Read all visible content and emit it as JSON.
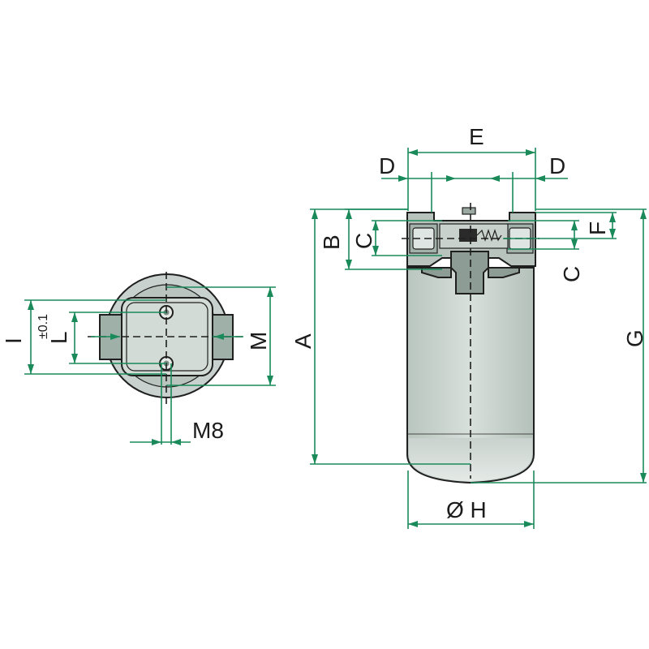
{
  "labels": {
    "A": "A",
    "B": "B",
    "C_left": "C",
    "C_right": "C",
    "D_left": "D",
    "D_right": "D",
    "E": "E",
    "F": "F",
    "G": "G",
    "H": "Ø H",
    "I": "I",
    "tolerance": "±0.1",
    "L": "L",
    "M": "M",
    "M8": "M8"
  },
  "colors": {
    "body_fill": "#cdd6d2",
    "dark_fill": "#9aa9a2",
    "dimension": "#1a8a5a",
    "outline": "#1f1f1f"
  }
}
